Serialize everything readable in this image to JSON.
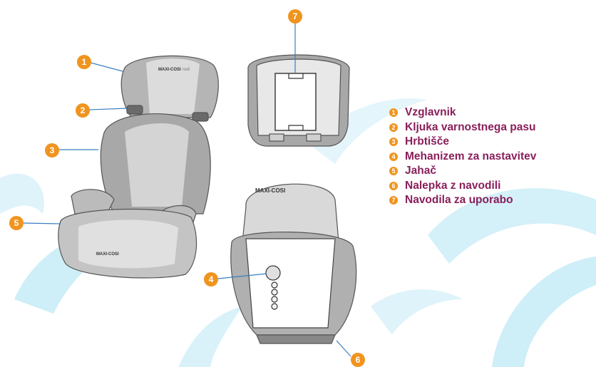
{
  "brand": {
    "logo_text": "MAXI-COSI",
    "logo_suffix": "rodi"
  },
  "colors": {
    "callout": "#f0941f",
    "legend_text": "#8a1f5a",
    "background_swirl": "#c9ecf7",
    "seat_dark": "#9d9d9d",
    "seat_light": "#d0d0d0"
  },
  "callouts": [
    {
      "number": "1",
      "label": "Vzglavnik"
    },
    {
      "number": "2",
      "label": "Kljuka varnostnega pasu"
    },
    {
      "number": "3",
      "label": "Hrbtišče"
    },
    {
      "number": "4",
      "label": "Mehanizem za nastavitev"
    },
    {
      "number": "5",
      "label": "Jahač"
    },
    {
      "number": "6",
      "label": "Nalepka z navodili"
    },
    {
      "number": "7",
      "label": "Navodila za uporabo"
    }
  ]
}
